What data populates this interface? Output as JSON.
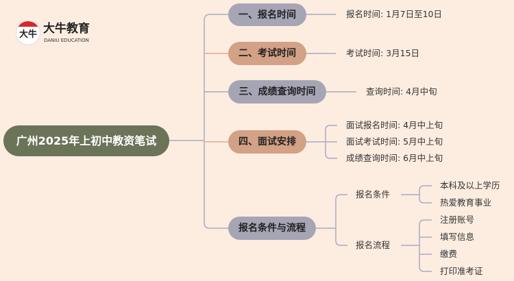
{
  "logo": {
    "name": "大牛教育",
    "sub": "DANIU EDUCATION",
    "mark": "大牛"
  },
  "root": "广州2025年上初中教资笔试",
  "branches": [
    {
      "label": "一、报名时间",
      "leaves": [
        "报名时间: 1月7日至10日"
      ]
    },
    {
      "label": "二、考试时间",
      "leaves": [
        "考试时间: 3月15日"
      ]
    },
    {
      "label": "三、成绩查询时间",
      "leaves": [
        "查询时间: 4月中旬"
      ]
    },
    {
      "label": "四、面试安排",
      "leaves": [
        "面试报名时间: 4月中上旬",
        "面试考试时间: 5月中上旬",
        "成绩查询时间: 6月中上旬"
      ]
    },
    {
      "label": "报名条件与流程",
      "children": [
        {
          "label": "报名条件",
          "leaves": [
            "本科及以上学历",
            "热爱教育事业"
          ]
        },
        {
          "label": "报名流程",
          "leaves": [
            "注册账号",
            "填写信息",
            "缴费",
            "打印准考证"
          ]
        }
      ]
    }
  ],
  "colors": {
    "background": "#fdede1",
    "root": "#6b7359",
    "gray_node": "#a6a5b5",
    "tan_node": "#d3a185",
    "line": "#a9a9c2",
    "accent_line": "#e0a98a"
  }
}
